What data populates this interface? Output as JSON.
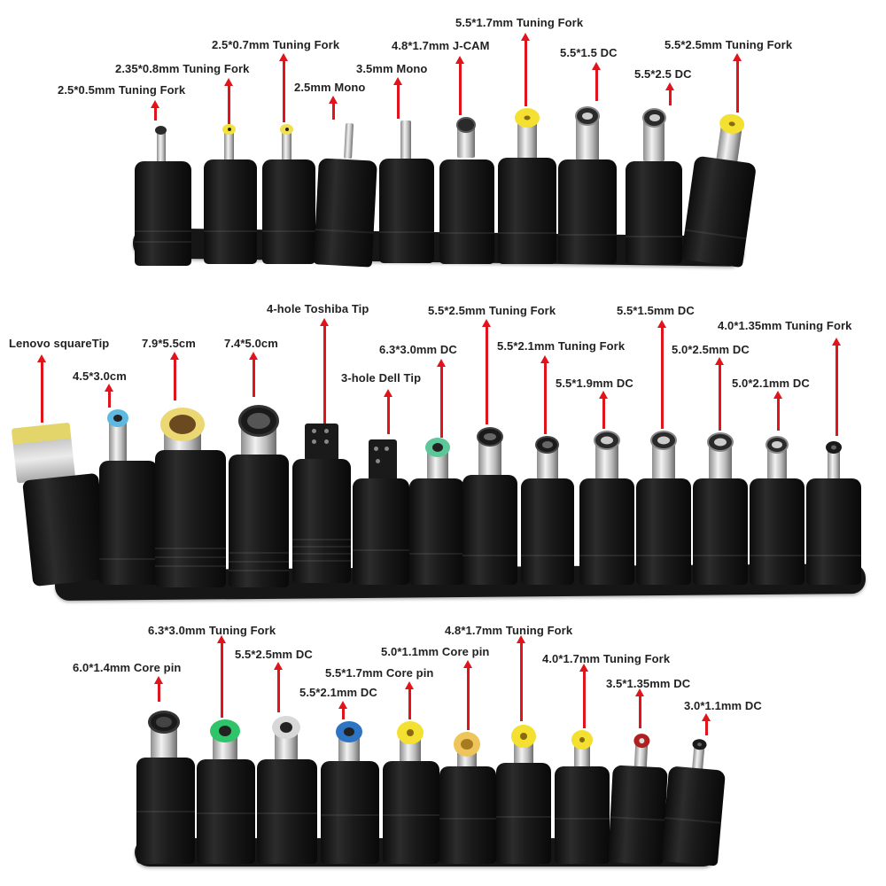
{
  "image": {
    "description": "Product photo of laptop DC power adapter tips arranged on three black trays with red arrows pointing to each tip's size label",
    "accent_color": "#e0141a",
    "tray_color": "#161616"
  },
  "rows": [
    {
      "name": "top-row",
      "tips": [
        {
          "label": "2.5*0.5mm Tuning Fork",
          "cap": "#2a2a2a"
        },
        {
          "label": "2.35*0.8mm Tuning Fork",
          "cap": "#f2e23a"
        },
        {
          "label": "2.5*0.7mm Tuning Fork",
          "cap": "#f0df50"
        },
        {
          "label": "2.5mm Mono",
          "cap": "#c8c8c8"
        },
        {
          "label": "3.5mm Mono",
          "cap": "#c8c8c8"
        },
        {
          "label": "4.8*1.7mm J-CAM",
          "cap": "#2a2a2a"
        },
        {
          "label": "5.5*1.7mm Tuning Fork",
          "cap": "#f3e030"
        },
        {
          "label": "5.5*1.5 DC",
          "cap": "#2a2a2a"
        },
        {
          "label": "5.5*2.5 DC",
          "cap": "#2a2a2a"
        },
        {
          "label": "5.5*2.5mm Tuning Fork",
          "cap": "#f3e030"
        }
      ]
    },
    {
      "name": "middle-row",
      "tips": [
        {
          "label": "Lenovo squareTip",
          "cap": "#e4d56a"
        },
        {
          "label": "4.5*3.0cm",
          "cap": "#5fb8e0"
        },
        {
          "label": "7.9*5.5cm",
          "cap": "#ecd873"
        },
        {
          "label": "7.4*5.0cm",
          "cap": "#1a1a1a"
        },
        {
          "label": "4-hole Toshiba Tip",
          "cap": "#1a1a1a"
        },
        {
          "label": "3-hole Dell Tip",
          "cap": "#1a1a1a"
        },
        {
          "label": "6.3*3.0mm DC",
          "cap": "#5cc89a"
        },
        {
          "label": "5.5*2.5mm Tuning Fork",
          "cap": "#1a1a1a"
        },
        {
          "label": "5.5*2.1mm Tuning Fork",
          "cap": "#1a1a1a"
        },
        {
          "label": "5.5*1.9mm DC",
          "cap": "#2a2a2a"
        },
        {
          "label": "5.5*1.5mm DC",
          "cap": "#2a2a2a"
        },
        {
          "label": "5.0*2.5mm DC",
          "cap": "#2a2a2a"
        },
        {
          "label": "5.0*2.1mm DC",
          "cap": "#2a2a2a"
        },
        {
          "label": "4.0*1.35mm Tuning Fork",
          "cap": "#1a1a1a"
        }
      ]
    },
    {
      "name": "bottom-row",
      "tips": [
        {
          "label": "6.0*1.4mm Core pin",
          "cap": "#1a1a1a"
        },
        {
          "label": "6.3*3.0mm Tuning Fork",
          "cap": "#2ec46a"
        },
        {
          "label": "5.5*2.5mm DC",
          "cap": "#d8d8d8"
        },
        {
          "label": "5.5*2.1mm DC",
          "cap": "#2d74c4"
        },
        {
          "label": "5.5*1.7mm Core pin",
          "cap": "#f3e030"
        },
        {
          "label": "5.0*1.1mm Core pin",
          "cap": "#eec55a"
        },
        {
          "label": "4.8*1.7mm Tuning Fork",
          "cap": "#f3e030"
        },
        {
          "label": "4.0*1.7mm Tuning Fork",
          "cap": "#f3e030"
        },
        {
          "label": "3.5*1.35mm DC",
          "cap": "#b02020"
        },
        {
          "label": "3.0*1.1mm DC",
          "cap": "#1a1a1a"
        }
      ]
    }
  ]
}
